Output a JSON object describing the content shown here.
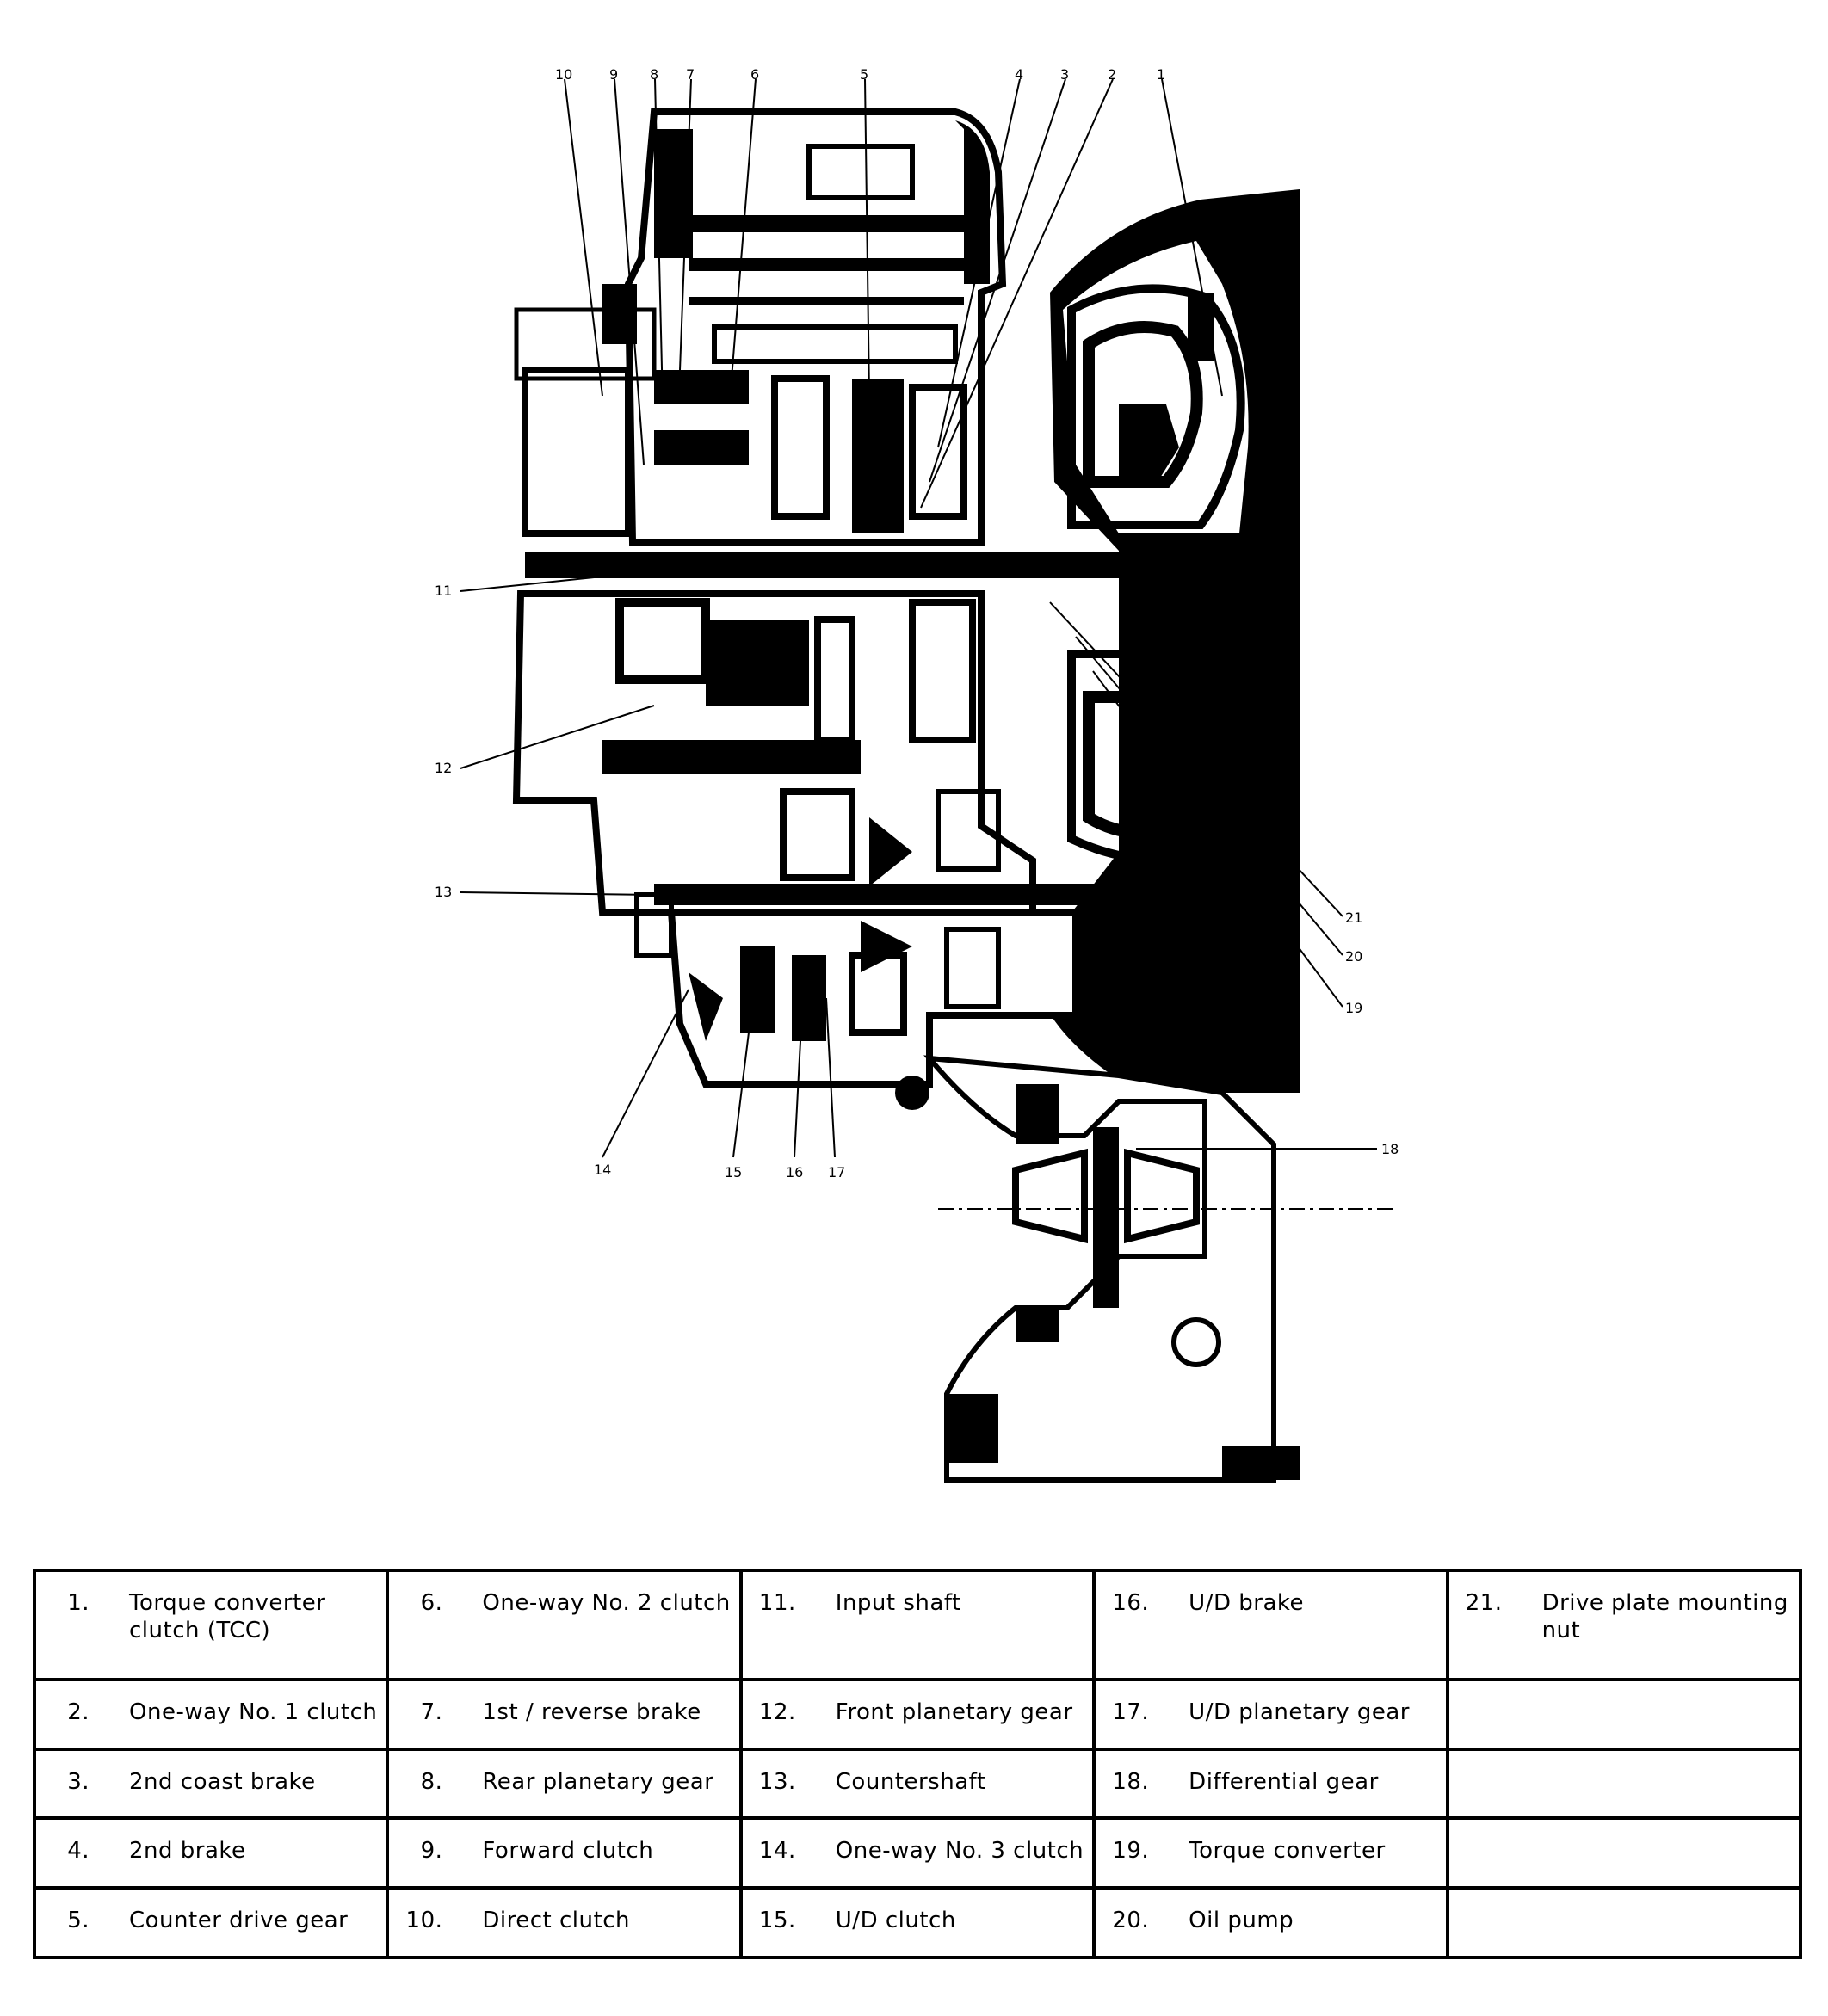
{
  "callouts": [
    {
      "id": "c10",
      "text": "10"
    },
    {
      "id": "c9",
      "text": "9"
    },
    {
      "id": "c8a",
      "text": "8"
    },
    {
      "id": "c7",
      "text": "7"
    },
    {
      "id": "c6",
      "text": "6"
    },
    {
      "id": "c5",
      "text": "5"
    },
    {
      "id": "c4",
      "text": "4"
    },
    {
      "id": "c3",
      "text": "3"
    },
    {
      "id": "c2",
      "text": "2"
    },
    {
      "id": "c1",
      "text": "1"
    },
    {
      "id": "c11",
      "text": "11"
    },
    {
      "id": "c12",
      "text": "12"
    },
    {
      "id": "c13",
      "text": "13"
    },
    {
      "id": "c21",
      "text": "21"
    },
    {
      "id": "c20",
      "text": "20"
    },
    {
      "id": "c19",
      "text": "19"
    },
    {
      "id": "c14",
      "text": "14"
    },
    {
      "id": "c15",
      "text": "15"
    },
    {
      "id": "c16",
      "text": "16"
    },
    {
      "id": "c17",
      "text": "17"
    },
    {
      "id": "c18",
      "text": "18"
    }
  ],
  "legend": {
    "rows": [
      [
        {
          "num": "1.",
          "label": "Torque converter clutch (TCC)"
        },
        {
          "num": "6.",
          "label": "One-way No. 2 clutch"
        },
        {
          "num": "11.",
          "label": "Input shaft"
        },
        {
          "num": "16.",
          "label": "U/D brake"
        },
        {
          "num": "21.",
          "label": "Drive plate mounting nut"
        }
      ],
      [
        {
          "num": "2.",
          "label": "One-way No. 1 clutch"
        },
        {
          "num": "7.",
          "label": "1st / reverse brake"
        },
        {
          "num": "12.",
          "label": "Front planetary gear"
        },
        {
          "num": "17.",
          "label": "U/D planetary gear"
        },
        {
          "num": "",
          "label": ""
        }
      ],
      [
        {
          "num": "3.",
          "label": "2nd coast brake"
        },
        {
          "num": "8.",
          "label": "Rear planetary gear"
        },
        {
          "num": "13.",
          "label": "Countershaft"
        },
        {
          "num": "18.",
          "label": "Differential gear"
        },
        {
          "num": "",
          "label": ""
        }
      ],
      [
        {
          "num": "4.",
          "label": "2nd brake"
        },
        {
          "num": "9.",
          "label": "Forward clutch"
        },
        {
          "num": "14.",
          "label": "One-way No. 3 clutch"
        },
        {
          "num": "19.",
          "label": "Torque converter"
        },
        {
          "num": "",
          "label": ""
        }
      ],
      [
        {
          "num": "5.",
          "label": "Counter drive gear"
        },
        {
          "num": "10.",
          "label": "Direct clutch"
        },
        {
          "num": "15.",
          "label": "U/D clutch"
        },
        {
          "num": "20.",
          "label": "Oil pump"
        },
        {
          "num": "",
          "label": ""
        }
      ]
    ]
  }
}
